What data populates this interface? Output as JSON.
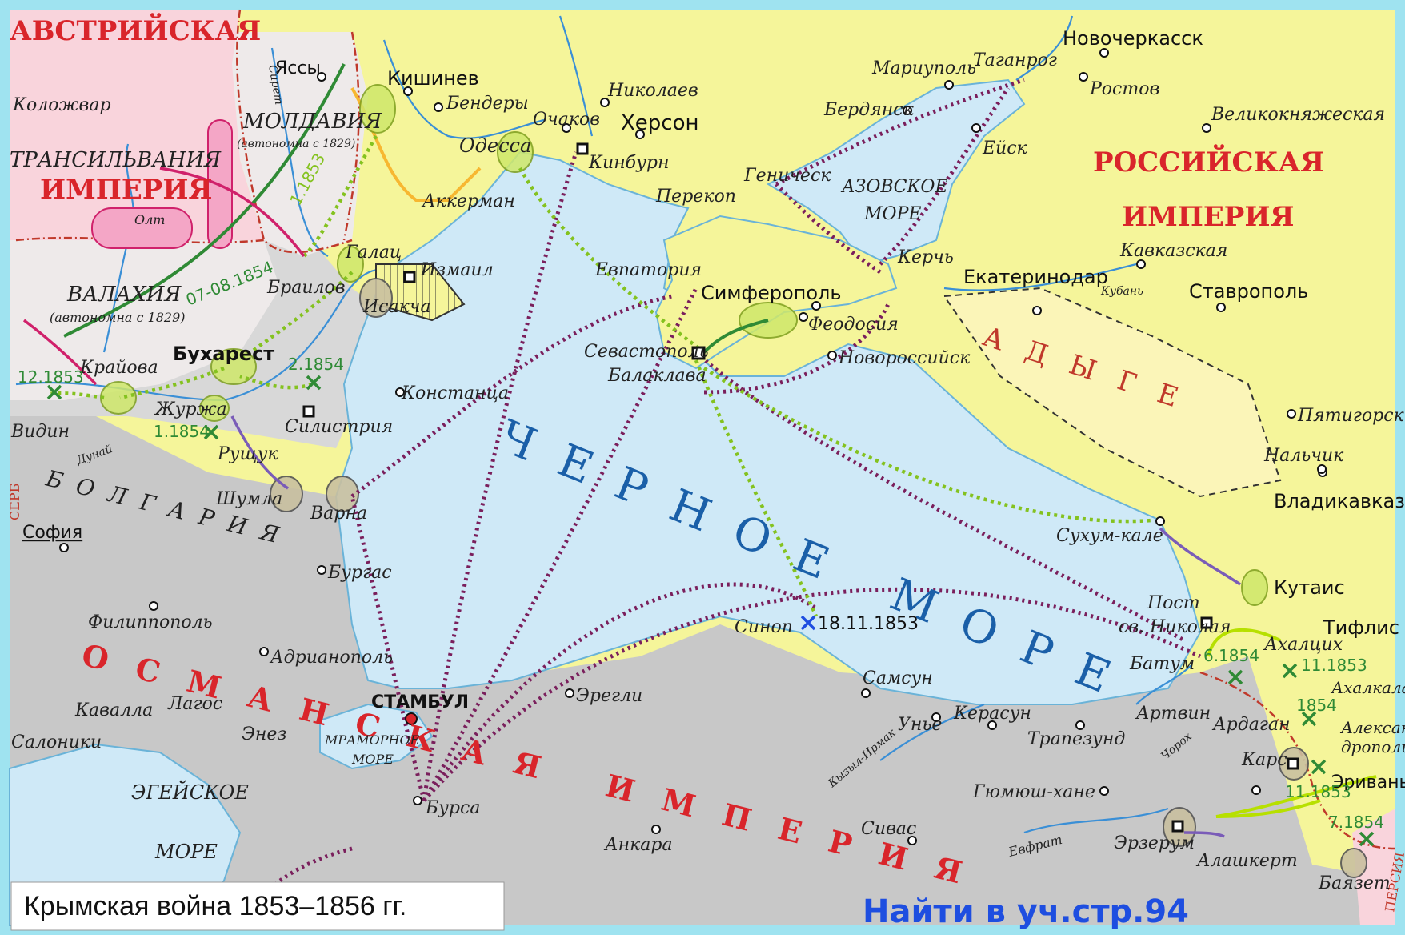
{
  "title": "Крымская война 1853–1856 гг.",
  "footer_note": "Найти в уч.стр.94",
  "colors": {
    "sea": "#cfe9f7",
    "russia": "#f5f59a",
    "ottoman": "#c8c8c8",
    "austria": "#f9d4dc",
    "adyge": "#fbf5b8",
    "route_purple": "#7a1f5c",
    "route_green": "#84c21f",
    "empire_label": "#d9252b",
    "note_blue": "#1e4ee0"
  },
  "regions": {
    "austria": "АВСТРИЙСКАЯ",
    "transylvania": "ТРАНСИЛЬВАНИЯ",
    "empire_left": "ИМПЕРИЯ",
    "moldavia": "МОЛДАВИЯ",
    "moldavia_note": "(автономна с 1829)",
    "wallachia": "ВАЛАХИЯ",
    "wallachia_note": "(автономна с 1829)",
    "bulgaria": "БОЛГАРИЯ",
    "russia_1": "РОССИЙСКАЯ",
    "russia_2": "ИМПЕРИЯ",
    "adyge": "АДЫГЕ",
    "ottoman": "ОСМАНСКАЯ ИМПЕРИЯ",
    "black_sea": "ЧЕРНОЕ МОРЕ",
    "azov_1": "АЗОВСКОЕ",
    "azov_2": "МОРЕ",
    "marmara_1": "МРАМОРНОЕ",
    "marmara_2": "МОРЕ",
    "aegean_1": "ЭГЕЙСКОЕ",
    "aegean_2": "МОРЕ",
    "serbia": "СЕРБ",
    "persia": "ПЕРСИЯ"
  },
  "cities": {
    "yassy": "Яссы",
    "kolozhvar": "Коложвар",
    "kishinev": "Кишинев",
    "bendery": "Бендеры",
    "nikolaev": "Николаев",
    "ochakov": "Очаков",
    "kherson": "Херсон",
    "odessa": "Одесса",
    "kinburn": "Кинбурн",
    "akkerman": "Аккерман",
    "perekop": "Перекоп",
    "genichesk": "Геническ",
    "mariupol": "Мариуполь",
    "taganrog": "Таганрог",
    "novocherkassk": "Новочеркасск",
    "rostov": "Ростов",
    "berdyansk": "Бердянск",
    "eysk": "Ейск",
    "velikoknyazheskaya": "Великокняжеская",
    "kerch": "Керчь",
    "kavkazskaya": "Кавказская",
    "ekaterinodar": "Екатеринодар",
    "kuban": "Кубань",
    "stavropol": "Ставрополь",
    "galats": "Галац",
    "izmail": "Измаил",
    "brailov": "Браилов",
    "isakcha": "Исакча",
    "evpatoriya": "Евпатория",
    "simferopol": "Симферополь",
    "sevastopol": "Севастополь",
    "balaklava": "Балаклава",
    "feodosiya": "Феодосия",
    "novorossiysk": "Новороссийск",
    "bukharest": "Бухарест",
    "krayova": "Крайова",
    "zhurzha": "Журжа",
    "silistriya": "Силистрия",
    "ruschuk": "Рущук",
    "vidin": "Видин",
    "shumla": "Шумла",
    "varna": "Варна",
    "konstantsa": "Констанца",
    "sofiya": "София",
    "burgas": "Бургас",
    "filippopol": "Филиппополь",
    "adrianopol": "Адрианополь",
    "kavalla": "Кавалла",
    "lagos": "Лагос",
    "enez": "Энез",
    "saloniki": "Салоники",
    "stambul": "СТАМБУЛ",
    "bursa": "Бурса",
    "eregli": "Эрегли",
    "ankara": "Анкара",
    "sinop": "Синоп",
    "samsun": "Самсун",
    "unie": "Унье",
    "kerasun": "Керасун",
    "trapezund": "Трапезунд",
    "gyumush_khane": "Гюмюш-хане",
    "sivas": "Сивас",
    "erzerum": "Эрзерум",
    "alashkert": "Алашкерт",
    "bayazet": "Баязет",
    "artvin": "Артвин",
    "ardagan": "Ардаган",
    "kars": "Карс",
    "batum": "Батум",
    "post_1": "Пост",
    "post_2": "св. Николая",
    "akhaltsykh": "Ахалцих",
    "akhalkalaki": "Ахалкалаки",
    "aleksandropol_1": "Алексан-",
    "aleksandropol_2": "дрополь",
    "erivan": "Эривань",
    "tiflis": "Тифлис",
    "kutais": "Кутаис",
    "sukhum": "Сухум-кале",
    "vladikavkaz": "Владикавказ",
    "nalchik": "Нальчик",
    "pyatigorsk": "Пятигорск"
  },
  "rivers": {
    "dunay": "Дунай",
    "olt": "Олт",
    "siret": "Сирет",
    "chorokh": "Чорох",
    "kyzyl_irmak": "Кызыл-Ирмак",
    "evfrat": "Евфрат"
  },
  "dates": {
    "d1": "1.1853",
    "d2": "07-08.1854",
    "d3": "12.1853",
    "d4": "2.1854",
    "d5": "1.1854",
    "d6": "18.11.1853",
    "d7": "6.1854",
    "d8": "11.1853",
    "d9": "7.1854",
    "d10": "11.1853",
    "d11": "1854"
  }
}
